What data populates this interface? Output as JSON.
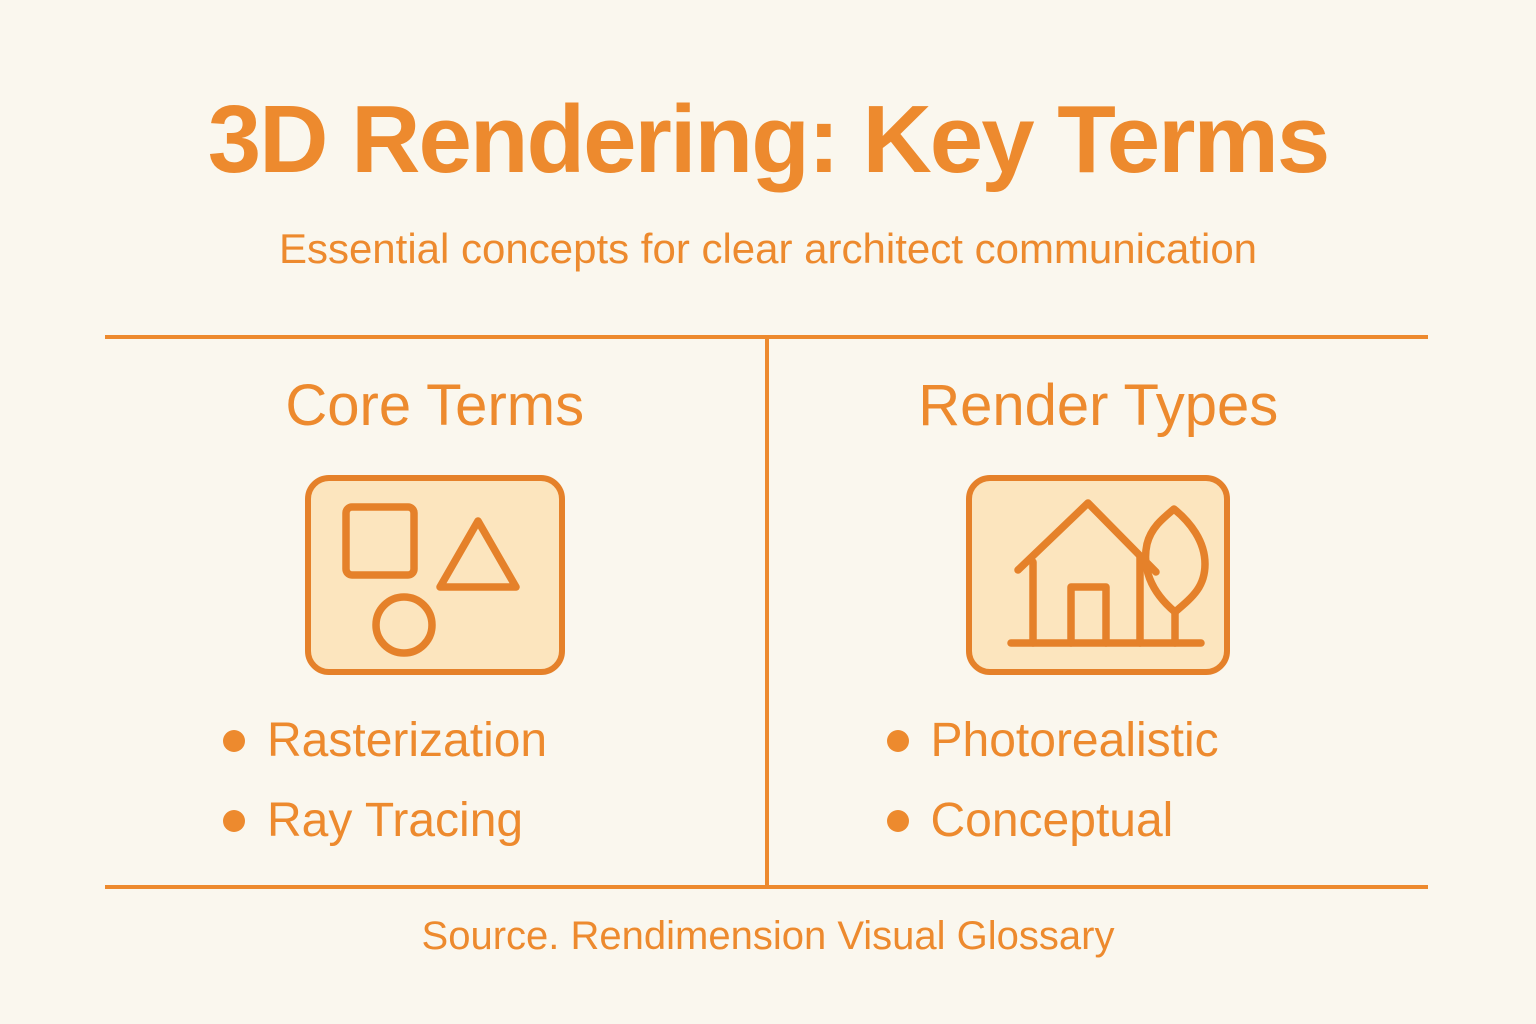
{
  "page": {
    "title": "3D Rendering: Key Terms",
    "subtitle": "Essential concepts for clear architect communication",
    "source_note": "Source. Rendimension Visual Glossary"
  },
  "columns": [
    {
      "heading": "Core Terms",
      "icon": "geometric-shapes-icon",
      "items": [
        "Rasterization",
        "Ray Tracing"
      ]
    },
    {
      "heading": "Render Types",
      "icon": "house-and-tree-icon",
      "items": [
        "Photorealistic",
        "Conceptual"
      ]
    }
  ],
  "colors": {
    "background": "#FAF7EE",
    "accent": "#ED8A2E",
    "icon_stroke": "#E5812A",
    "icon_fill": "#FCE5BE"
  }
}
